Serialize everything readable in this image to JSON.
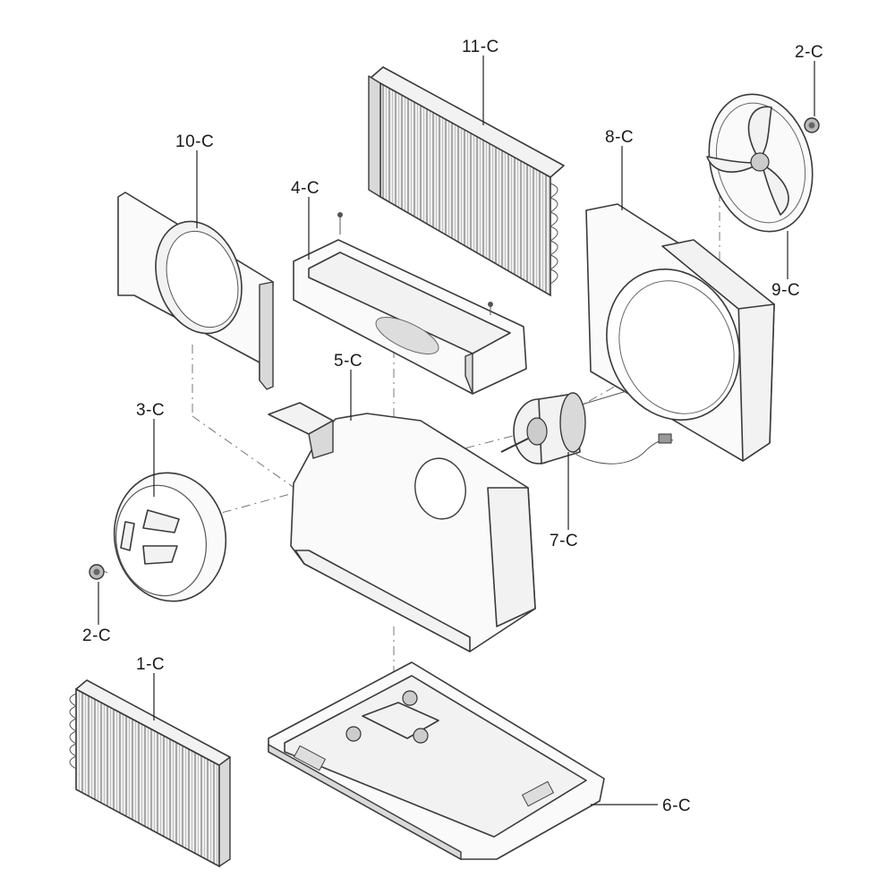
{
  "diagram": {
    "parts": [
      {
        "id": "p1",
        "label": "1-C"
      },
      {
        "id": "p2a",
        "label": "2-C"
      },
      {
        "id": "p2b",
        "label": "2-C"
      },
      {
        "id": "p3",
        "label": "3-C"
      },
      {
        "id": "p4",
        "label": "4-C"
      },
      {
        "id": "p5",
        "label": "5-C"
      },
      {
        "id": "p6",
        "label": "6-C"
      },
      {
        "id": "p7",
        "label": "7-C"
      },
      {
        "id": "p8",
        "label": "8-C"
      },
      {
        "id": "p9",
        "label": "9-C"
      },
      {
        "id": "p10",
        "label": "10-C"
      },
      {
        "id": "p11",
        "label": "11-C"
      }
    ]
  }
}
